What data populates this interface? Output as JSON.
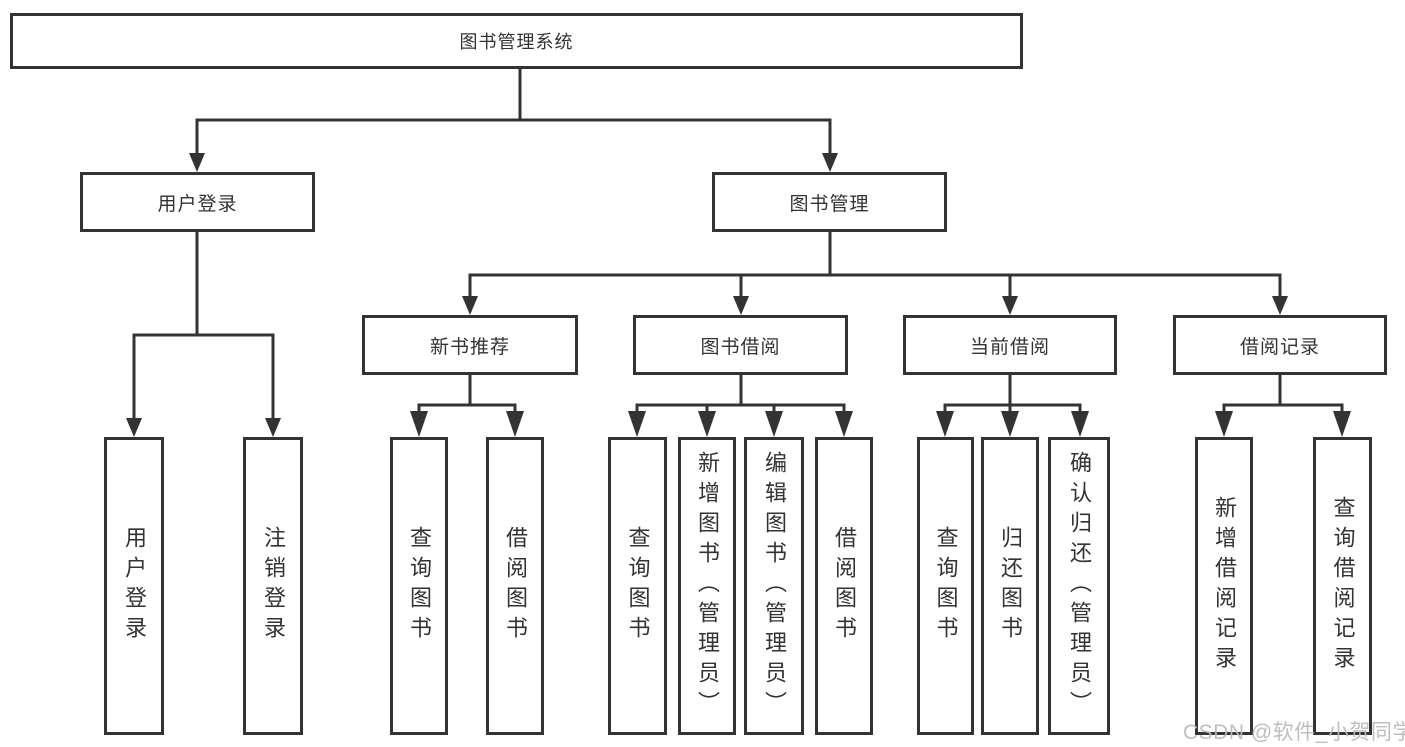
{
  "title": "图书管理系统",
  "colors": {
    "line": "#333333",
    "text": "#333333",
    "box_background": "#ffffff",
    "page_background": "#ffffff",
    "watermark": "#bababa"
  },
  "tree": {
    "root": {
      "label": "图书管理系统"
    },
    "branches": [
      {
        "label": "用户登录",
        "children": [
          {
            "label": "用户登录"
          },
          {
            "label": "注销登录"
          }
        ]
      },
      {
        "label": "图书管理",
        "children": [
          {
            "label": "新书推荐",
            "children": [
              {
                "label": "查询图书"
              },
              {
                "label": "借阅图书"
              }
            ]
          },
          {
            "label": "图书借阅",
            "children": [
              {
                "label": "查询图书"
              },
              {
                "label": "新增图书（管理员）"
              },
              {
                "label": "编辑图书（管理员）"
              },
              {
                "label": "借阅图书"
              }
            ]
          },
          {
            "label": "当前借阅",
            "children": [
              {
                "label": "查询图书"
              },
              {
                "label": "归还图书"
              },
              {
                "label": "确认归还（管理员）"
              }
            ]
          },
          {
            "label": "借阅记录",
            "children": [
              {
                "label": "新增借阅记录"
              },
              {
                "label": "查询借阅记录"
              }
            ]
          }
        ]
      }
    ]
  },
  "watermark": {
    "text": "CSDN @软件_小贺同学"
  }
}
